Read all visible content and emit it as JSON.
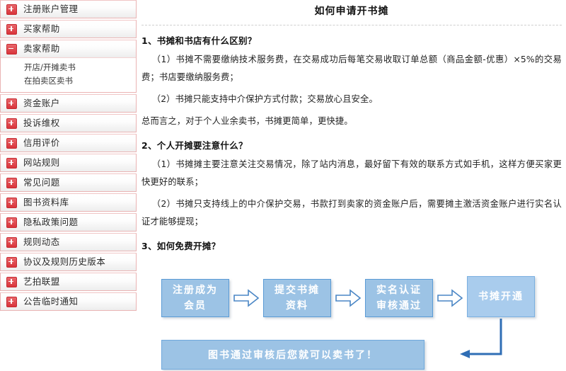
{
  "sidebar": {
    "items": [
      {
        "label": "注册账户管理",
        "icon": "plus-icon",
        "expanded": false
      },
      {
        "label": "买家帮助",
        "icon": "plus-icon",
        "expanded": false
      },
      {
        "label": "卖家帮助",
        "icon": "minus-icon",
        "expanded": true,
        "children": [
          "开店/开摊卖书",
          "在拍卖区卖书"
        ]
      },
      {
        "label": "资金账户",
        "icon": "plus-icon",
        "expanded": false
      },
      {
        "label": "投诉维权",
        "icon": "plus-icon",
        "expanded": false
      },
      {
        "label": "信用评价",
        "icon": "plus-icon",
        "expanded": false
      },
      {
        "label": "网站规则",
        "icon": "plus-icon",
        "expanded": false
      },
      {
        "label": "常见问题",
        "icon": "plus-icon",
        "expanded": false
      },
      {
        "label": "图书资料库",
        "icon": "plus-icon",
        "expanded": false
      },
      {
        "label": "隐私政策问题",
        "icon": "plus-icon",
        "expanded": false
      },
      {
        "label": "规则动态",
        "icon": "plus-icon",
        "expanded": false
      },
      {
        "label": "协议及规则历史版本",
        "icon": "plus-icon",
        "expanded": false
      },
      {
        "label": "艺拍联盟",
        "icon": "plus-icon",
        "expanded": false
      },
      {
        "label": "公告临时通知",
        "icon": "plus-icon",
        "expanded": false
      }
    ]
  },
  "article": {
    "title": "如何申请开书摊",
    "q1": {
      "heading": "1、书摊和书店有什么区别？",
      "p1": "（1）书摊不需要缴纳技术服务费，在交易成功后每笔交易收取订单总额（商品金额-优惠）×5%的交易费；书店要缴纳服务费；",
      "p2": "（2）书摊只能支持中介保护方式付款；交易放心且安全。",
      "p3": "总而言之，对于个人业余卖书，书摊更简单，更快捷。"
    },
    "q2": {
      "heading": "2、个人开摊要注意什么？",
      "p1": "（1）书摊摊主要注意关注交易情况，除了站内消息，最好留下有效的联系方式如手机，这样方便买家更快更好的联系；",
      "p2": "（2）书摊只支持线上的中介保护交易，书款打到卖家的资金账户后，需要摊主激活资金账户进行实名认证才能够提现；"
    },
    "q3": {
      "heading": "3、如何免费开摊？"
    }
  },
  "flow": {
    "type": "process-diagram",
    "steps": [
      {
        "line1": "注册成为",
        "line2": "会员"
      },
      {
        "line1": "提交书摊",
        "line2": "资料"
      },
      {
        "line1": "实名认证",
        "line2": "审核通过"
      },
      {
        "line1": "书摊开通",
        "line2": ""
      }
    ],
    "result": "图书通过审核后您就可以卖书了！",
    "colors": {
      "box_fill": "#9cc3e5",
      "box_border": "#5b9bd5",
      "arrow_stroke": "#4a86c5",
      "text": "#ffffff"
    }
  }
}
